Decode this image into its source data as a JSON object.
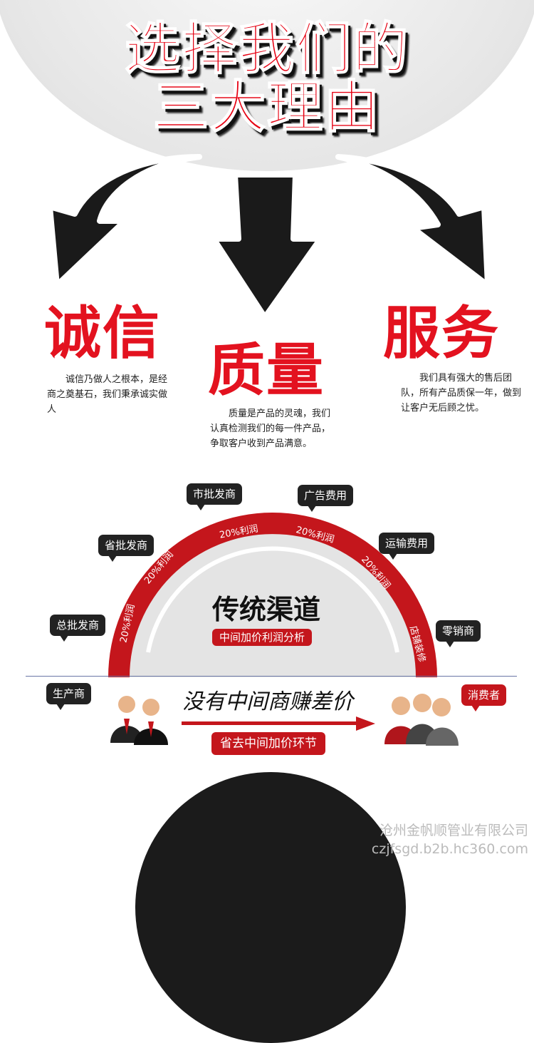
{
  "title": {
    "line1": "选择我们的",
    "line2": "三大理由"
  },
  "reasons": [
    {
      "heading": "诚信",
      "text": "诚信乃做人之根本，是经商之奠基石，我们秉承诚实做人"
    },
    {
      "heading": "质量",
      "text": "质量是产品的灵魂，我们认真检测我们的每一件产品，争取客户收到产品满意。"
    },
    {
      "heading": "服务",
      "text": "我们具有强大的售后团队，所有产品质保一年，做到让客户无后顾之忧。"
    }
  ],
  "channel": {
    "title": "传统渠道",
    "subtitle": "中间加价利润分析",
    "arc_labels": [
      "20%利润",
      "20%利润",
      "20%利润",
      "20%利润",
      "20%利润",
      "店铺装修"
    ],
    "bubbles": [
      "生产商",
      "总批发商",
      "省批发商",
      "市批发商",
      "广告费用",
      "运输费用",
      "零销商",
      "消费者"
    ]
  },
  "direct": {
    "slogan": "没有中间商赚差价",
    "button": "省去中间加价环节"
  },
  "footer": {
    "company": "沧州金帆顺管业有限公司",
    "url": "czjfsgd.b2b.hc360.com"
  },
  "colors": {
    "red": "#e3121f",
    "dark": "#222222",
    "arc": "#c4161c"
  }
}
